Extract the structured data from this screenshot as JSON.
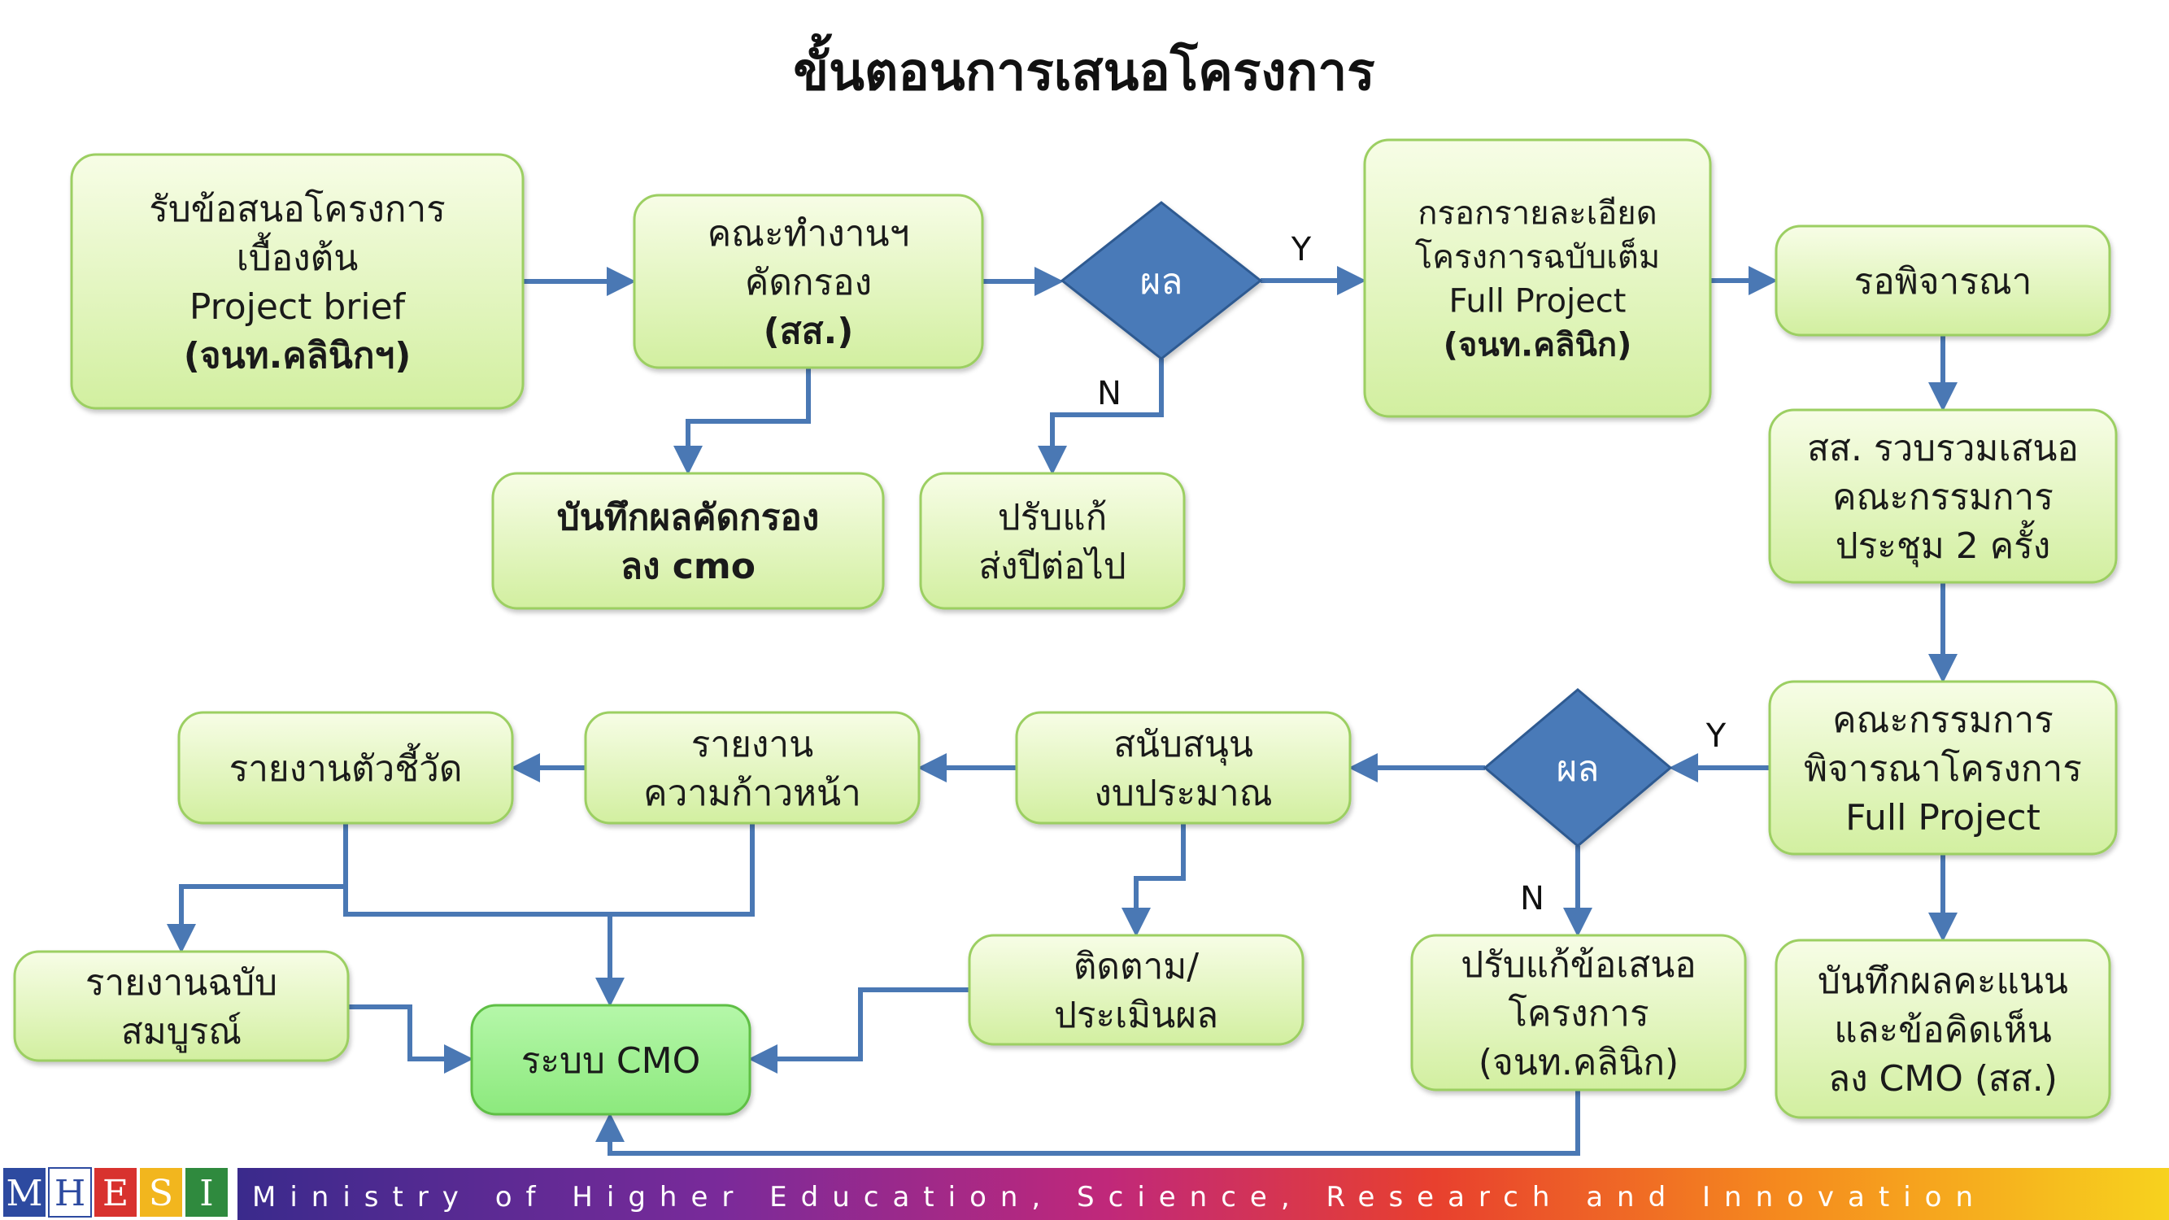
{
  "title": "ขั้นตอนการเสนอโครงการ",
  "boxes": {
    "submit_brief": {
      "lines": [
        "รับข้อสนอโครงการ",
        "เบื้องต้น",
        "Project brief",
        "(จนท.คลินิกฯ)"
      ]
    },
    "screening": {
      "lines": [
        "คณะทำงานฯ",
        "คัดกรอง",
        "(สส.)"
      ]
    },
    "record_screening": {
      "lines": [
        "บันทึกผลคัดกรอง",
        "ลง cmo"
      ]
    },
    "revise_next_year": {
      "lines": [
        "ปรับแก้",
        "ส่งปีต่อไป"
      ]
    },
    "fill_full_project": {
      "lines": [
        "กรอกรายละเอียด",
        "โครงการฉบับเต็ม",
        "Full Project",
        "(จนท.คลินิก)"
      ]
    },
    "await_consideration": {
      "lines": [
        "รอพิจารณา"
      ]
    },
    "compile_committee": {
      "lines": [
        "สส. รวบรวมเสนอ",
        "คณะกรรมการ",
        "ประชุม 2 ครั้ง"
      ]
    },
    "committee_full_project": {
      "lines": [
        "คณะกรรมการ",
        "พิจารณาโครงการ",
        "Full Project"
      ]
    },
    "record_scores": {
      "lines": [
        "บันทึกผลคะแนน",
        "และข้อคิดเห็น",
        "ลง CMO (สส.)"
      ]
    },
    "revise_proposal": {
      "lines": [
        "ปรับแก้ข้อเสนอ",
        "โครงการ",
        "(จนท.คลินิก)"
      ]
    },
    "budget_support": {
      "lines": [
        "สนับสนุน",
        "งบประมาณ"
      ]
    },
    "monitor_evaluate": {
      "lines": [
        "ติดตาม/",
        "ประเมินผล"
      ]
    },
    "progress_report": {
      "lines": [
        "รายงาน",
        "ความก้าวหน้า"
      ]
    },
    "indicator_report": {
      "lines": [
        "รายงานตัวชี้วัด"
      ]
    },
    "full_report": {
      "lines": [
        "รายงานฉบับ",
        "สมบูรณ์"
      ]
    },
    "cmo_system": {
      "lines": [
        "ระบบ CMO"
      ]
    }
  },
  "decisions": {
    "result_1": {
      "label": "ผล",
      "yes": "Y",
      "no": "N"
    },
    "result_2": {
      "label": "ผล",
      "yes": "Y",
      "no": "N"
    }
  },
  "footer": {
    "logo_letters": [
      "M",
      "H",
      "E",
      "S",
      "I"
    ],
    "ministry_name": "Ministry of Higher Education, Science, Research and Innovation"
  },
  "colors": {
    "box_fill_light": "#f4fbd9",
    "box_fill_dark": "#d6f0a6",
    "box_border": "#9ccf62",
    "cmo_fill": "#a6f29a",
    "cmo_border": "#5fbf45",
    "diamond_fill": "#4a7ab8",
    "diamond_border": "#2f5a91",
    "arrow": "#4a78b4"
  }
}
